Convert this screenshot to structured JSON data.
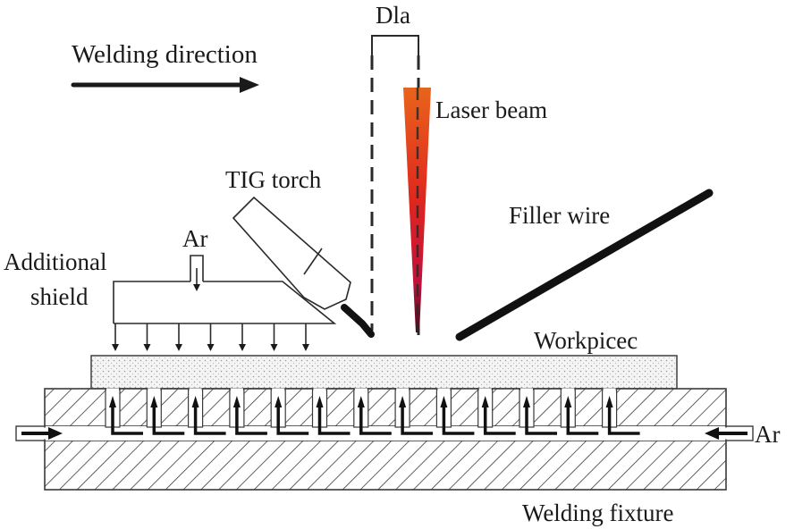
{
  "diagram": {
    "title": "Laser-TIG hybrid welding setup with additional Ar shielding",
    "labels": {
      "welding_direction": "Welding direction",
      "dla": "Dla",
      "laser_beam": "Laser beam",
      "tig_torch": "TIG torch",
      "filler_wire": "Filler wire",
      "ar_top": "Ar",
      "additional_shield_line1": "Additional",
      "additional_shield_line2": "shield",
      "workpiece": "Workpicec",
      "ar_right": "Ar",
      "welding_fixture": "Welding fixture"
    },
    "components": [
      {
        "id": "welding-direction-arrow",
        "direction": "right"
      },
      {
        "id": "laser-beam",
        "color_top": "#e8641c",
        "color_mid": "#d8102a",
        "color_tip": "#6a0a20"
      },
      {
        "id": "tig-torch"
      },
      {
        "id": "filler-wire"
      },
      {
        "id": "additional-shield",
        "gas_outlets": 7
      },
      {
        "id": "workpiece"
      },
      {
        "id": "welding-fixture",
        "back_shield_channels": 13,
        "gas_inlets": [
          "left",
          "right"
        ]
      }
    ],
    "colors": {
      "line": "#2a2a2a",
      "laser_orange": "#e8641c",
      "laser_red": "#d8102a",
      "workpiece_fill": "#eeeeee"
    }
  }
}
